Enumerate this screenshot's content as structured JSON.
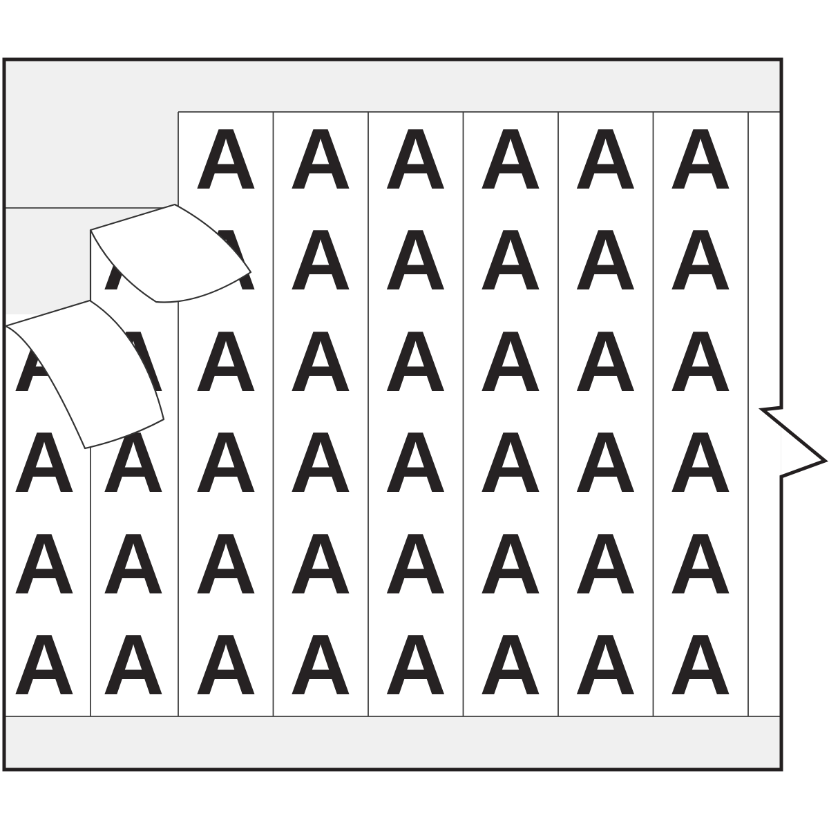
{
  "card": {
    "letter": "A",
    "rows": 6,
    "columns": 8,
    "visible_letter_count": 45
  },
  "peeling_labels": {
    "count": 2,
    "printed_text": ""
  },
  "colors": {
    "page_background": "#ffffff",
    "card_backing": "#f0f0f0",
    "card_border": "#231f20",
    "label_strip": "#ffffff",
    "cut_line": "#3d3d3d",
    "letter": "#262223",
    "peel_label_outline": "#333333"
  }
}
